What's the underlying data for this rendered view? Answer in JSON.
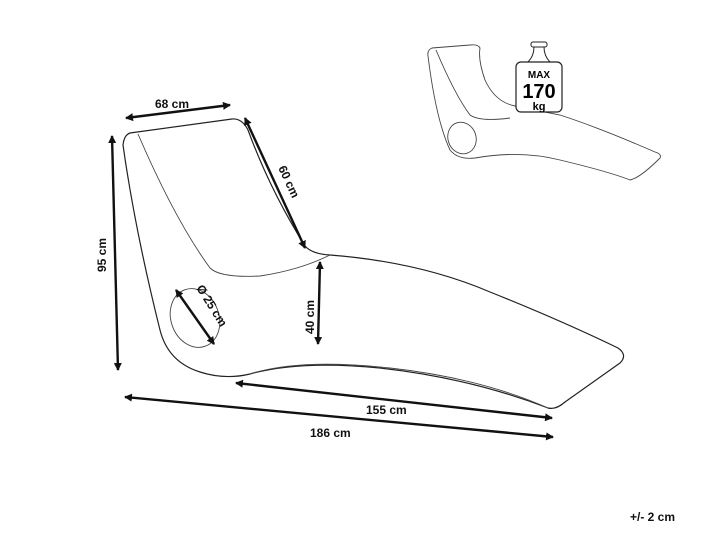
{
  "dimensions": {
    "width_top": "68 cm",
    "backrest": "60 cm",
    "height": "95 cm",
    "seat_height": "40 cm",
    "hole_diameter": "Ø 25 cm",
    "base_length": "155 cm",
    "total_length": "186 cm"
  },
  "weight_badge": {
    "line1": "MAX",
    "line2": "170",
    "line3": "kg"
  },
  "tolerance": "+/- 2 cm"
}
